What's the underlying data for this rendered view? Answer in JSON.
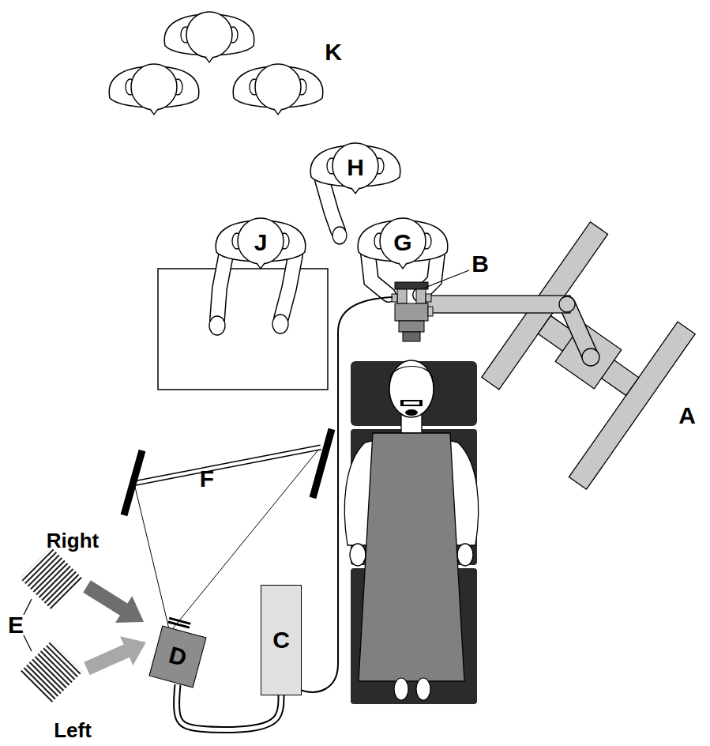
{
  "diagram": {
    "nodes": [
      {
        "text": [
          "C"
        ]
      },
      {
        "text": [
          "D"
        ]
      }
    ],
    "edges": [
      {
        "from": 1,
        "to": 0,
        "arrow": "none"
      }
    ],
    "labels": [
      "K",
      "H",
      "J",
      "G",
      "B",
      "A",
      "F",
      "Right",
      "E",
      "Left"
    ]
  }
}
